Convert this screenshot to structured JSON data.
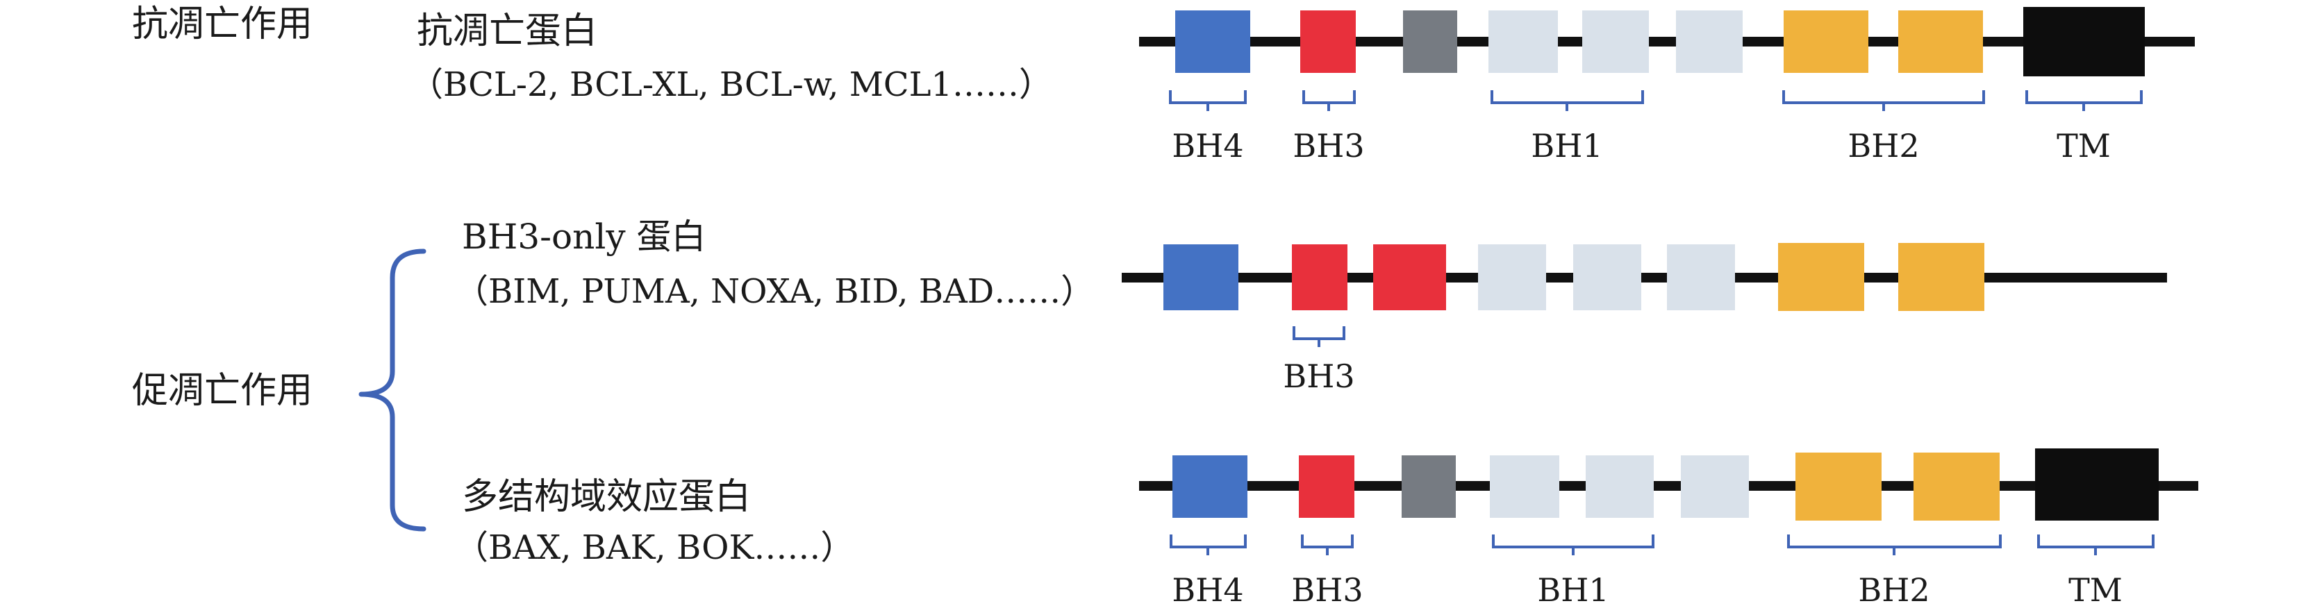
{
  "anti_apoptotic": {
    "category_label": "抗凋亡作用",
    "title": "抗凋亡蛋白",
    "members": "（BCL-2, BCL-XL, BCL-w, MCL1……）",
    "domains": [
      {
        "label": "BH4"
      },
      {
        "label": "BH3"
      },
      {
        "label": "BH1"
      },
      {
        "label": "BH2"
      },
      {
        "label": "TM"
      }
    ]
  },
  "pro_apoptotic": {
    "category_label": "促凋亡作用",
    "bh3_only": {
      "title": "BH3-only 蛋白",
      "members": "（BIM, PUMA, NOXA, BID, BAD……）",
      "domains": [
        {
          "label": "BH3"
        }
      ]
    },
    "multi_domain": {
      "title": "多结构域效应蛋白",
      "members": "（BAX, BAK, BOK……）",
      "domains": [
        {
          "label": "BH4"
        },
        {
          "label": "BH3"
        },
        {
          "label": "BH1"
        },
        {
          "label": "BH2"
        },
        {
          "label": "TM"
        }
      ]
    }
  },
  "colors": {
    "bh4": "#4472c4",
    "bh3": "#e8303c",
    "linker": "#767b82",
    "bh1": "#d9e1ea",
    "bh2": "#f0b23c",
    "tm": "#0d0d0d",
    "bracket": "#3f63b5",
    "line": "#111111"
  }
}
